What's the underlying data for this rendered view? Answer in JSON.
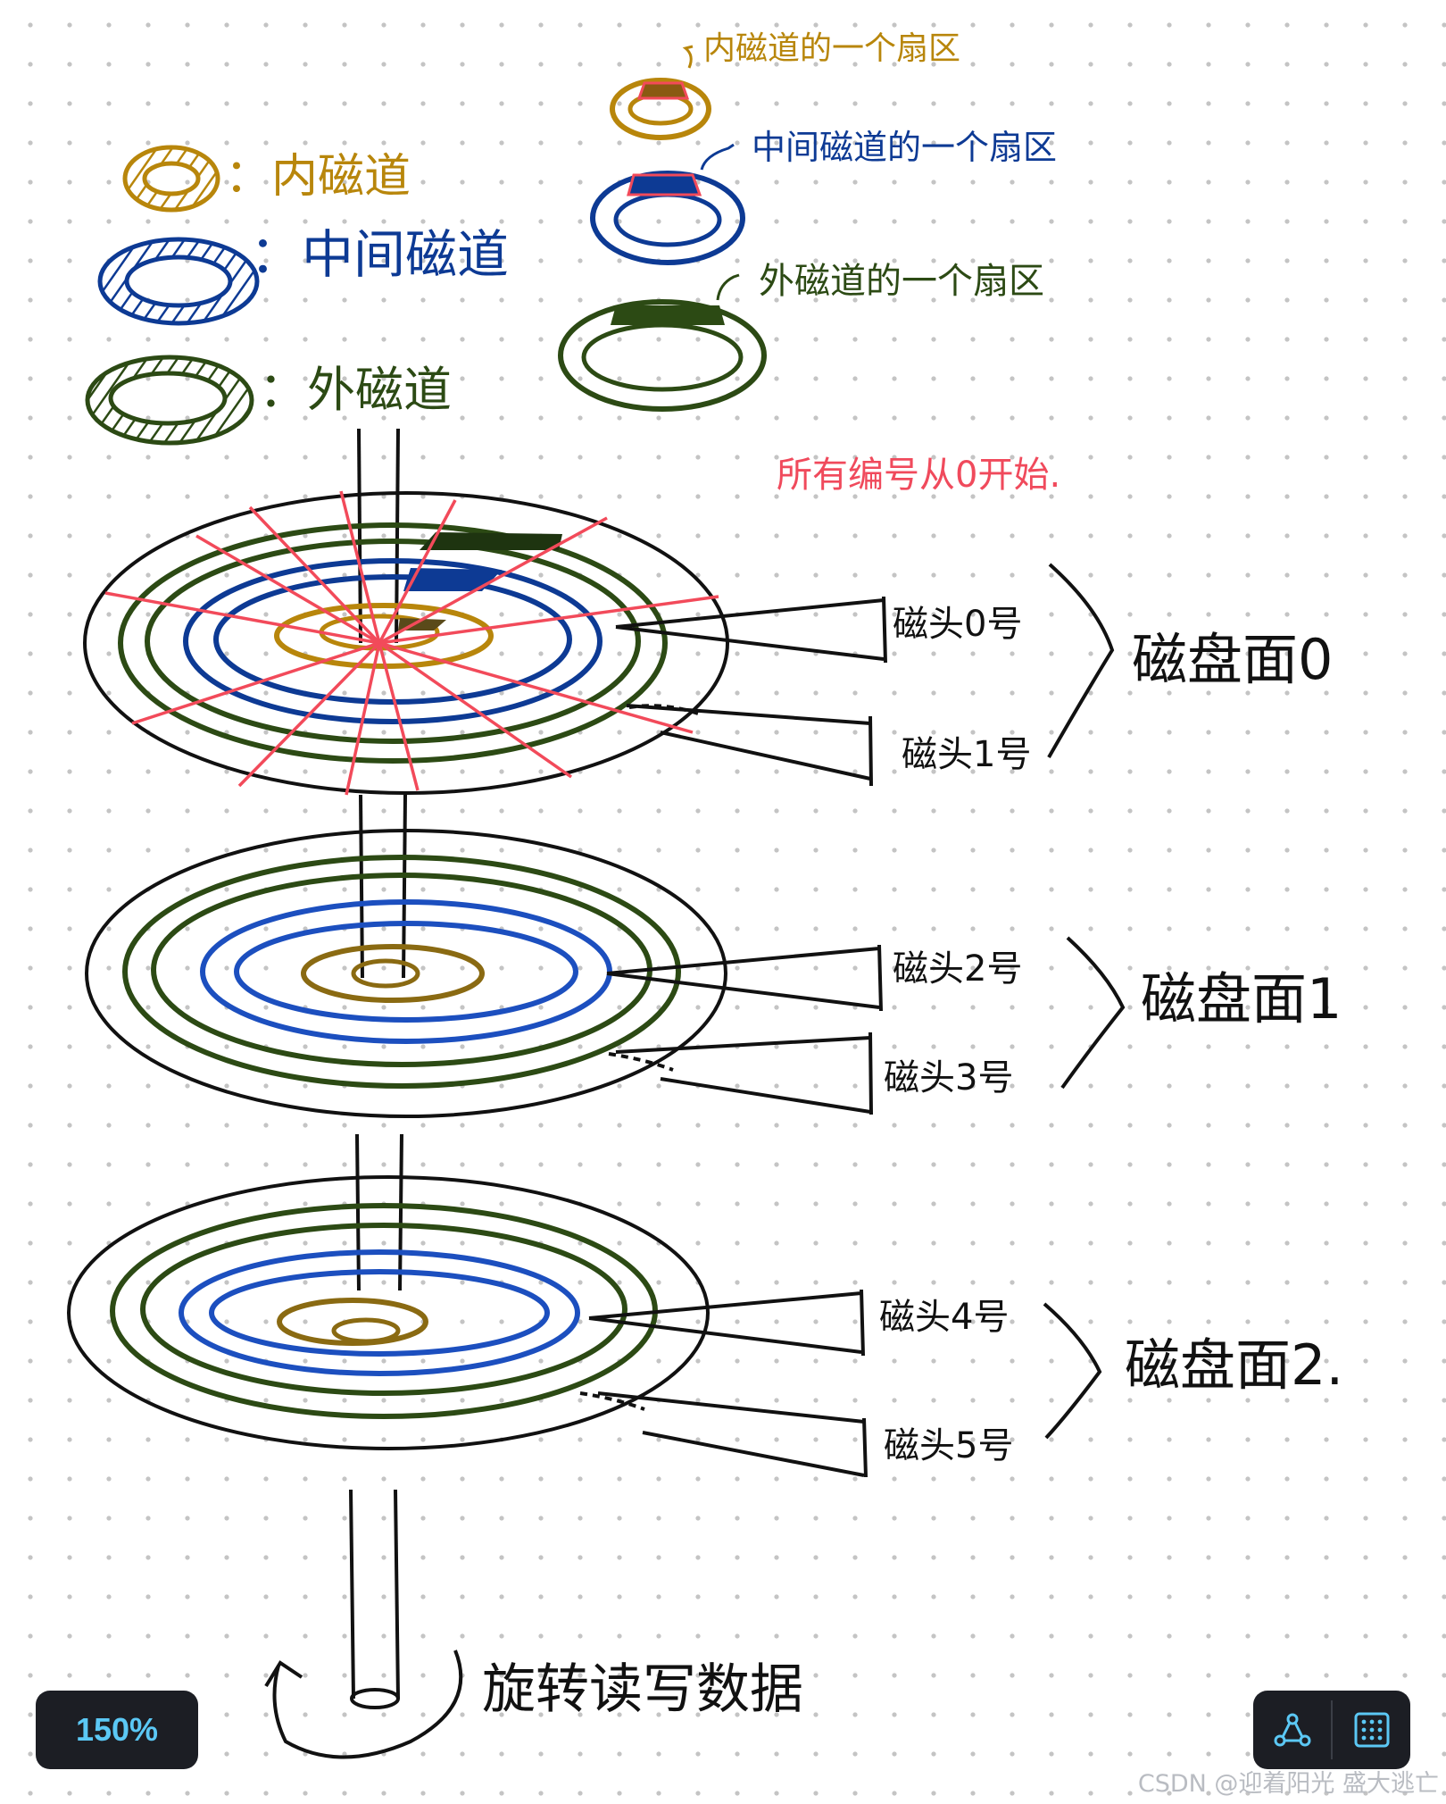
{
  "legend": {
    "inner": "：内磁道",
    "middle": "：中间磁道",
    "outer": "：外磁道",
    "inner_sector": "内磁道的一个扇区",
    "middle_sector": "中间磁道的一个扇区",
    "outer_sector": "外磁道的一个扇区"
  },
  "numbering_note": "所有编号从0开始.",
  "platters": [
    {
      "label": "磁盘面0",
      "heads": [
        "磁头0号",
        "磁头1号"
      ]
    },
    {
      "label": "磁盘面1",
      "heads": [
        "磁头2号",
        "磁头3号"
      ]
    },
    {
      "label": "磁盘面2.",
      "heads": [
        "磁头4号",
        "磁头5号"
      ]
    }
  ],
  "rotate_label": "旋转读写数据",
  "toolbar": {
    "zoom": "150%"
  },
  "watermark": "CSDN @迎着阳光 盛大逃亡",
  "colors": {
    "inner": "#b8860b",
    "middle": "#0d3a94",
    "outer": "#2c4a14",
    "sector_lines": "#f24a5a",
    "ink": "#111111",
    "note": "#f04a5c"
  }
}
